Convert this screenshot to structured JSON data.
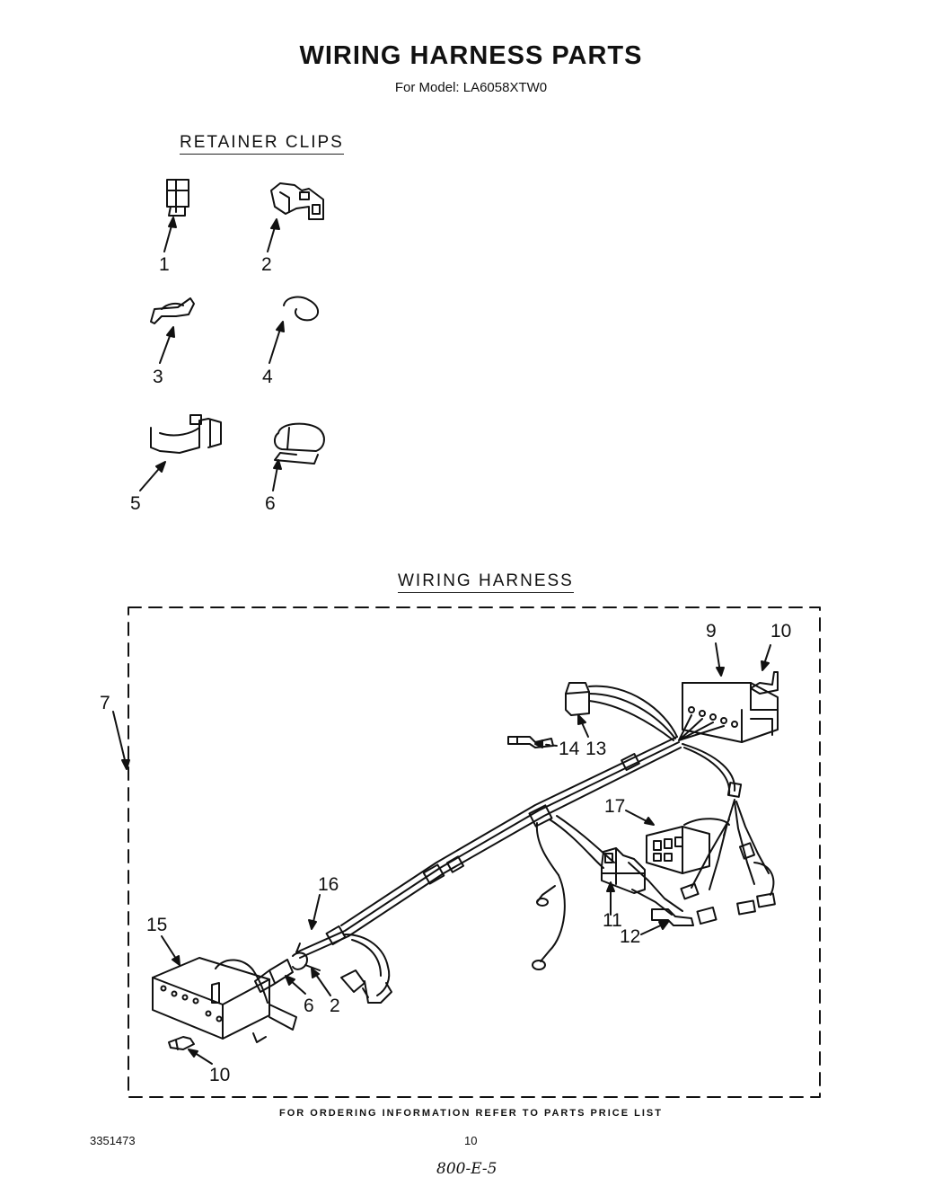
{
  "header": {
    "title": "WIRING HARNESS PARTS",
    "subtitle": "For Model: LA6058XTW0"
  },
  "sections": {
    "retainer_clips": "RETAINER CLIPS",
    "wiring_harness": "WIRING HARNESS"
  },
  "retainer_callouts": [
    "1",
    "2",
    "3",
    "4",
    "5",
    "6"
  ],
  "harness_callouts": {
    "c7": "7",
    "c9": "9",
    "c10a": "10",
    "c14": "14",
    "c13": "13",
    "c17": "17",
    "c16": "16",
    "c15": "15",
    "c11": "11",
    "c12": "12",
    "c6": "6",
    "c2": "2",
    "c10b": "10"
  },
  "footer": {
    "note": "FOR ORDERING INFORMATION REFER TO PARTS PRICE LIST",
    "doc_number": "3351473",
    "page_number": "10",
    "handwritten": "800-E-5"
  }
}
